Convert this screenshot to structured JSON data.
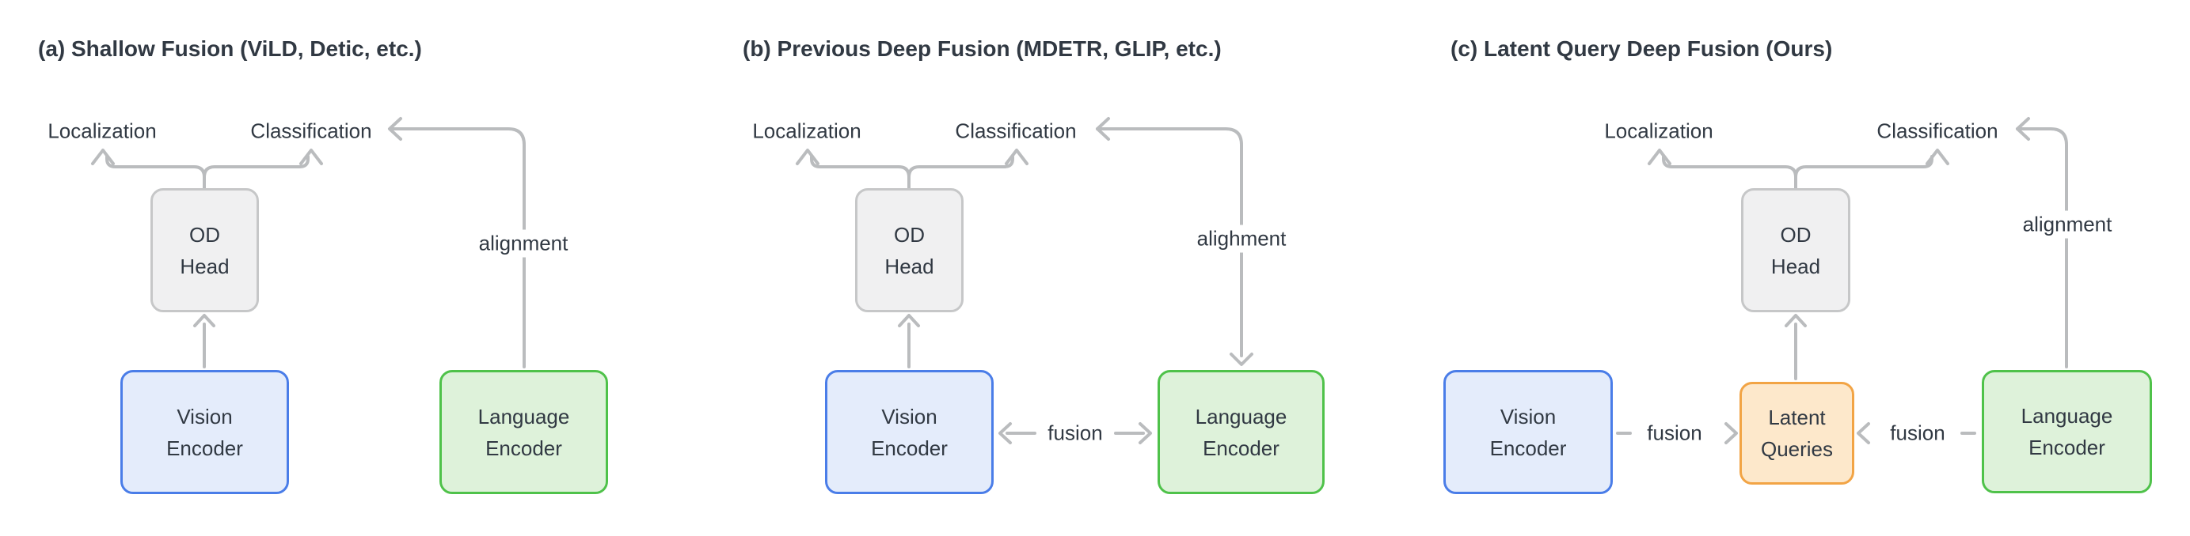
{
  "colors": {
    "bg": "#ffffff",
    "text": "#313943",
    "arrow": "#babcbe",
    "od_fill": "#f0f0f1",
    "od_border": "#c6c7c8",
    "vision_fill": "#e4ecfb",
    "vision_border": "#4a7de8",
    "language_fill": "#def2da",
    "language_border": "#4fc24a",
    "latent_fill": "#fde8cb",
    "latent_border": "#f2a445"
  },
  "panels": [
    {
      "id": "a",
      "title": "(a) Shallow Fusion (ViLD, Detic, etc.)",
      "localization_label": "Localization",
      "classification_label": "Classification",
      "alignment_label": "alignment",
      "boxes": {
        "od_head": {
          "line1": "OD",
          "line2": "Head"
        },
        "vision_encoder": {
          "line1": "Vision",
          "line2": "Encoder"
        },
        "language_encoder": {
          "line1": "Language",
          "line2": "Encoder"
        }
      }
    },
    {
      "id": "b",
      "title": "(b) Previous Deep Fusion (MDETR, GLIP, etc.)",
      "localization_label": "Localization",
      "classification_label": "Classification",
      "alignment_label": "alighment",
      "fusion_label": "fusion",
      "boxes": {
        "od_head": {
          "line1": "OD",
          "line2": "Head"
        },
        "vision_encoder": {
          "line1": "Vision",
          "line2": "Encoder"
        },
        "language_encoder": {
          "line1": "Language",
          "line2": "Encoder"
        }
      }
    },
    {
      "id": "c",
      "title": "(c) Latent Query Deep Fusion (Ours)",
      "localization_label": "Localization",
      "classification_label": "Classification",
      "alignment_label": "alignment",
      "fusion_label_left": "fusion",
      "fusion_label_right": "fusion",
      "boxes": {
        "od_head": {
          "line1": "OD",
          "line2": "Head"
        },
        "vision_encoder": {
          "line1": "Vision",
          "line2": "Encoder"
        },
        "latent_queries": {
          "line1": "Latent",
          "line2": "Queries"
        },
        "language_encoder": {
          "line1": "Language",
          "line2": "Encoder"
        }
      }
    }
  ]
}
